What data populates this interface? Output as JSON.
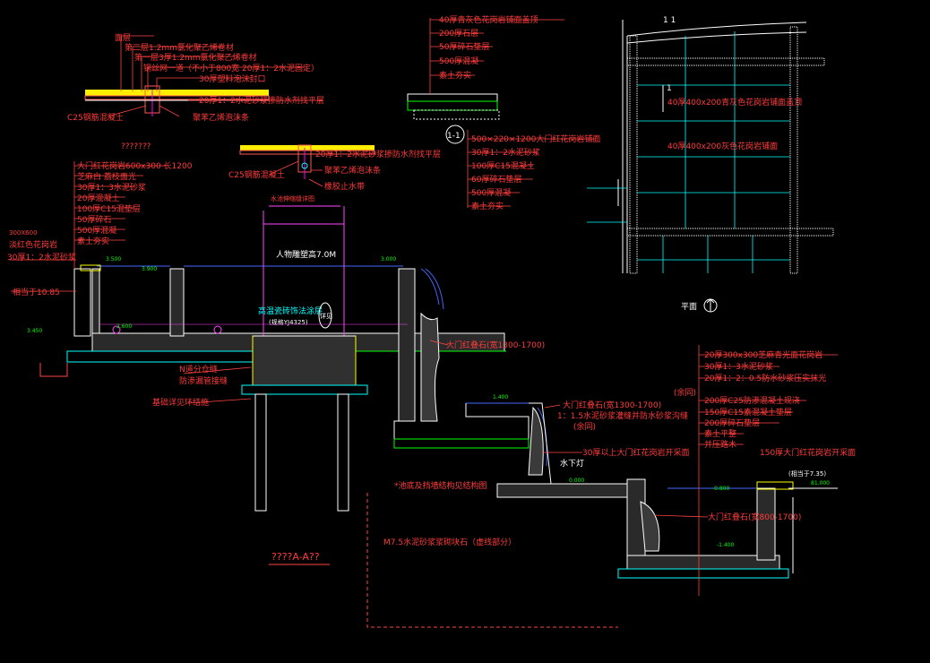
{
  "detail_top_left": {
    "labels": [
      "面层",
      "第二层1.2mm氯化聚乙烯卷材",
      "第一层3厚1.2mm氯化聚乙烯卷材",
      "钢丝网一道（不小于800宽 20厚1：2水泥固定）",
      "30厚塑料泡沫封口",
      "20厚1：2水泥砂浆掺防水剂找平层",
      "C25钢筋混凝土",
      "聚苯乙烯泡沫条"
    ]
  },
  "detail_mid_left": {
    "caption": "???????",
    "labels": [
      "20厚1：2水泥砂浆掺防水剂找平层",
      "C25钢筋混凝土",
      "聚苯乙烯泡沫条",
      "橡胶止水带"
    ],
    "sub_caption": "水池伸缩缝详图"
  },
  "detail_top_mid": {
    "labels": [
      "40厚青灰色花岗岩铺面盖顶",
      "200厚石层",
      "50厚碎石垫层",
      "500厚混凝",
      "素土夯实"
    ]
  },
  "section_1_1": {
    "marker": "1-1",
    "labels": [
      "500×220×1200大门红花岗岩铺面",
      "30厚1：2水泥砂浆",
      "100厚C15混凝土",
      "60厚碎石垫层",
      "500厚混凝",
      "素土夯实"
    ]
  },
  "plan_view": {
    "title": "1 1",
    "marker": "1",
    "labels": [
      "40厚400x200青灰色花岗岩铺面盖顶",
      "40厚400x200灰色花岗岩铺面"
    ],
    "caption": "平面"
  },
  "main_section": {
    "left_labels": [
      "大门红花岗岩600x300 长1200",
      "芝麻白 荔枝面光",
      "30厚1：3水泥砂浆",
      "20厚混凝土",
      "100厚C15混垫层",
      "50厚碎石",
      "500厚混凝",
      "素土夯实"
    ],
    "left_side_labels": [
      "300X600",
      "淡红色花岗岩",
      "30厚1：2水泥砂浆",
      "相当于10.85"
    ],
    "elevations": [
      "3.450",
      "3.500",
      "3.900",
      "3.000",
      "2.600",
      "1.400",
      "0.000",
      "-0.800",
      "-1.400"
    ],
    "statue": "人物雕塑高7.0M",
    "statue_base": "高温瓷砖饰法涂层",
    "statue_base_sub": "(规格YJ4325)",
    "pillar_marker": "详见",
    "notes": [
      "大门红叠石(宽1300-1700)",
      "大门红叠石(宽1300-1700)",
      "1：1.5水泥砂浆灌缝并防水砂浆沟缝",
      "(余同)",
      "30厚以上大门红花岗岩开采面",
      "水下灯",
      "150厚大门红花岗岩开采面",
      "大门红叠石(宽800-1700)",
      "N道分仓缝",
      "防渗漏管接缝",
      "基础详见环结施",
      "*池底及挡墙结构见结构图",
      "M7.5水泥砂浆浆砌块石（虚线部分）"
    ],
    "right_labels": [
      "20厚300x300芝麻青光面花岗岩",
      "30厚1：3水泥砂浆",
      "20厚1：2：0.5防水砂浆压实抹光",
      "(余同)",
      "200厚C25防渗混凝土现浇",
      "150厚C15素混凝土垫层",
      "200厚碎石垫层",
      "素土平整",
      "并压路木"
    ],
    "right_tag": "(相当于7.35)",
    "right_elev": "81.000",
    "title": "????A-A??"
  }
}
